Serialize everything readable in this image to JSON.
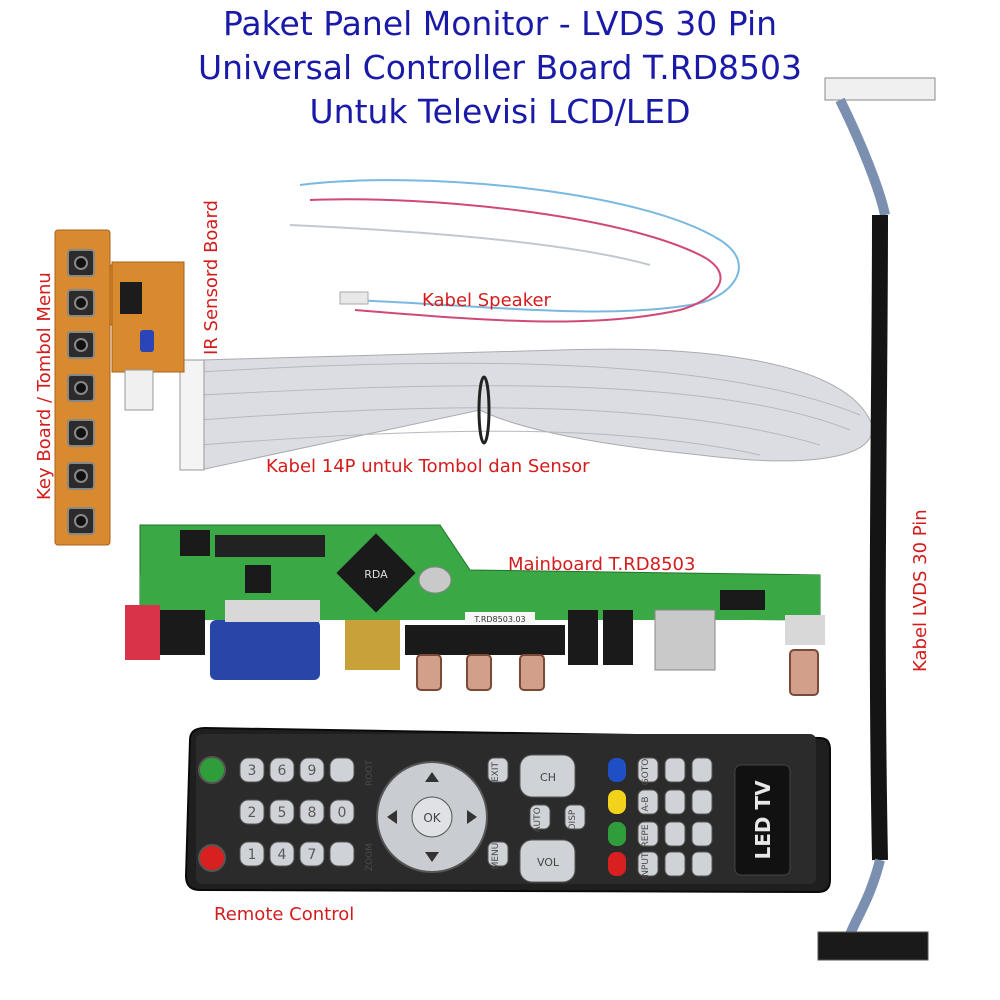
{
  "title": {
    "line1": "Paket Panel Monitor - LVDS 30 Pin",
    "line2": "Universal Controller Board T.RD8503",
    "line3": "Untuk Televisi LCD/LED"
  },
  "labels": {
    "ir_sensor_board": "IR Sensord Board",
    "keyboard": "Key Board / Tombol Menu",
    "speaker_cable": "Kabel Speaker",
    "cable_14p": "Kabel 14P untuk Tombol dan Sensor",
    "mainboard": "Mainboard T.RD8503",
    "lvds_cable": "Kabel LVDS 30 Pin",
    "remote": "Remote Control"
  },
  "board_prints": {
    "chip_logo": "RDA",
    "board_id": "T.RD8503.03"
  },
  "remote": {
    "brand_label": "LED TV",
    "number_keys": [
      "3",
      "6",
      "9",
      "2",
      "5",
      "8",
      "0",
      "1",
      "4",
      "7"
    ],
    "small_keys": [
      "ROOT",
      "ZOOM",
      "EXIT",
      "AUTO",
      "DISP",
      "MENU",
      "GOTO",
      "A-B",
      "REPE",
      "INPUT"
    ],
    "ok_label": "OK",
    "ch_label": "CH",
    "vol_label": "VOL",
    "color_keys": [
      "#1f4fc4",
      "#f2d21a",
      "#2f9e3a",
      "#d82020"
    ]
  },
  "colors": {
    "title": "#1a1aa8",
    "label": "#d41c1c",
    "pcb_green": "#3aa845",
    "keyboard_pcb": "#d98a2e"
  }
}
